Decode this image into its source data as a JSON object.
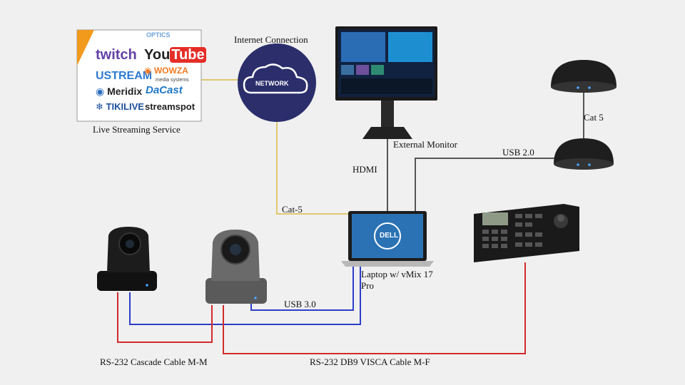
{
  "labels": {
    "internet": "Internet Connection",
    "network": "NETWORK",
    "streaming_service": "Live Streaming Service",
    "external_monitor": "External Monitor",
    "hdmi": "HDMI",
    "usb2": "USB 2.0",
    "cat5_right": "Cat 5",
    "cat5_left": "Cat-5",
    "laptop_line1": "Laptop w/ vMix 17",
    "laptop_line2": "Pro",
    "usb3": "USB 3.0",
    "rs232_cascade": "RS-232 Cascade Cable M-M",
    "rs232_visca": "RS-232 DB9 VISCA Cable M-F",
    "dell": "DELL"
  },
  "logos": {
    "twitch": "twitch",
    "youtube_you": "You",
    "youtube_tube": "Tube",
    "ustream": "USTREAM",
    "wowza": "WOWZA",
    "wowza_sub": "media systems",
    "meridix": "Meridix",
    "dacast": "DaCast",
    "tikilive": "TIKILIVE",
    "streamspot": "streamspot",
    "optics": "OPTICS"
  },
  "colors": {
    "background": "#f0f0f0",
    "network_circle": "#2b2e6b",
    "cat5_wire": "#e0c870",
    "usb_wire": "#2c3ec9",
    "rs232_wire": "#d32a2a",
    "gray_wire": "#555555",
    "device_dark": "#222222"
  }
}
